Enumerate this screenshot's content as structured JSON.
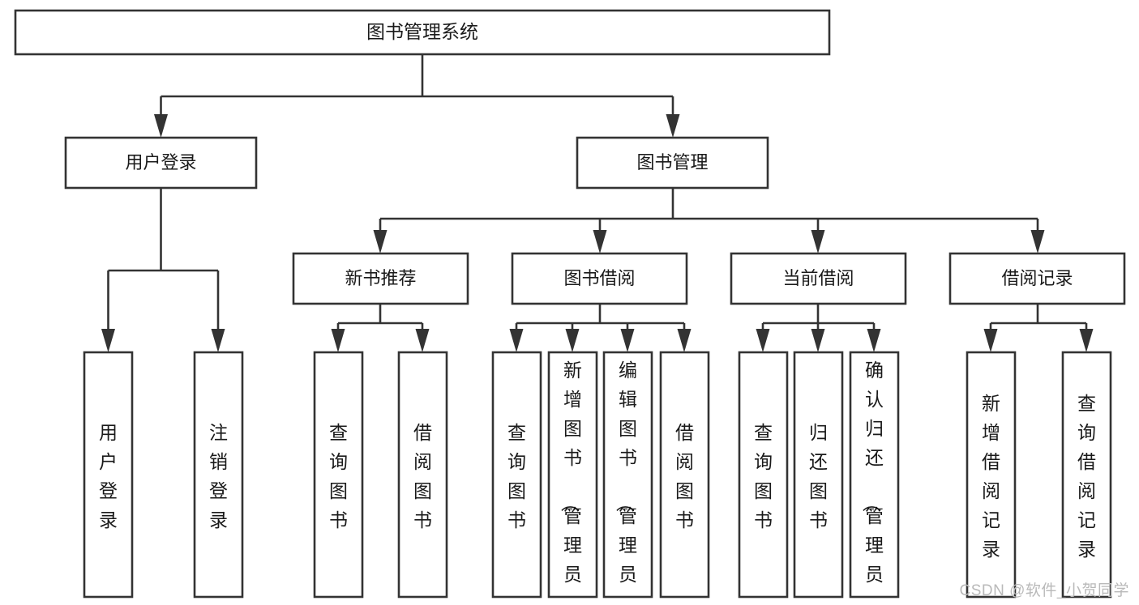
{
  "diagram": {
    "type": "tree",
    "title": "图书管理系统",
    "watermark": "CSDN @软件_小贺同学",
    "colors": {
      "stroke": "#333333",
      "fill": "#ffffff",
      "text": "#1a1a1a",
      "watermark": "#b9b9b9"
    },
    "levels": {
      "root": {
        "label": "图书管理系统"
      },
      "level2": [
        {
          "label": "用户登录"
        },
        {
          "label": "图书管理"
        }
      ],
      "level3": [
        {
          "label": "新书推荐"
        },
        {
          "label": "图书借阅"
        },
        {
          "label": "当前借阅"
        },
        {
          "label": "借阅记录"
        }
      ]
    },
    "nodes": {
      "root": "图书管理系统",
      "user_login": "用户登录",
      "book_manage": "图书管理",
      "new_book_rec": "新书推荐",
      "book_borrow": "图书借阅",
      "current_borrow": "当前借阅",
      "borrow_record": "借阅记录"
    },
    "leaves": {
      "user_login_children": [
        "用户登录",
        "注销登录"
      ],
      "new_book_rec_children": [
        "查询图书",
        "借阅图书"
      ],
      "book_borrow_children": [
        "查询图书",
        "新增图书（管理员）",
        "编辑图书（管理员）",
        "借阅图书"
      ],
      "current_borrow_children": [
        "查询图书",
        "归还图书",
        "确认归还（管理员）"
      ],
      "borrow_record_children": [
        "新增借阅记录",
        "查询借阅记录"
      ]
    }
  }
}
